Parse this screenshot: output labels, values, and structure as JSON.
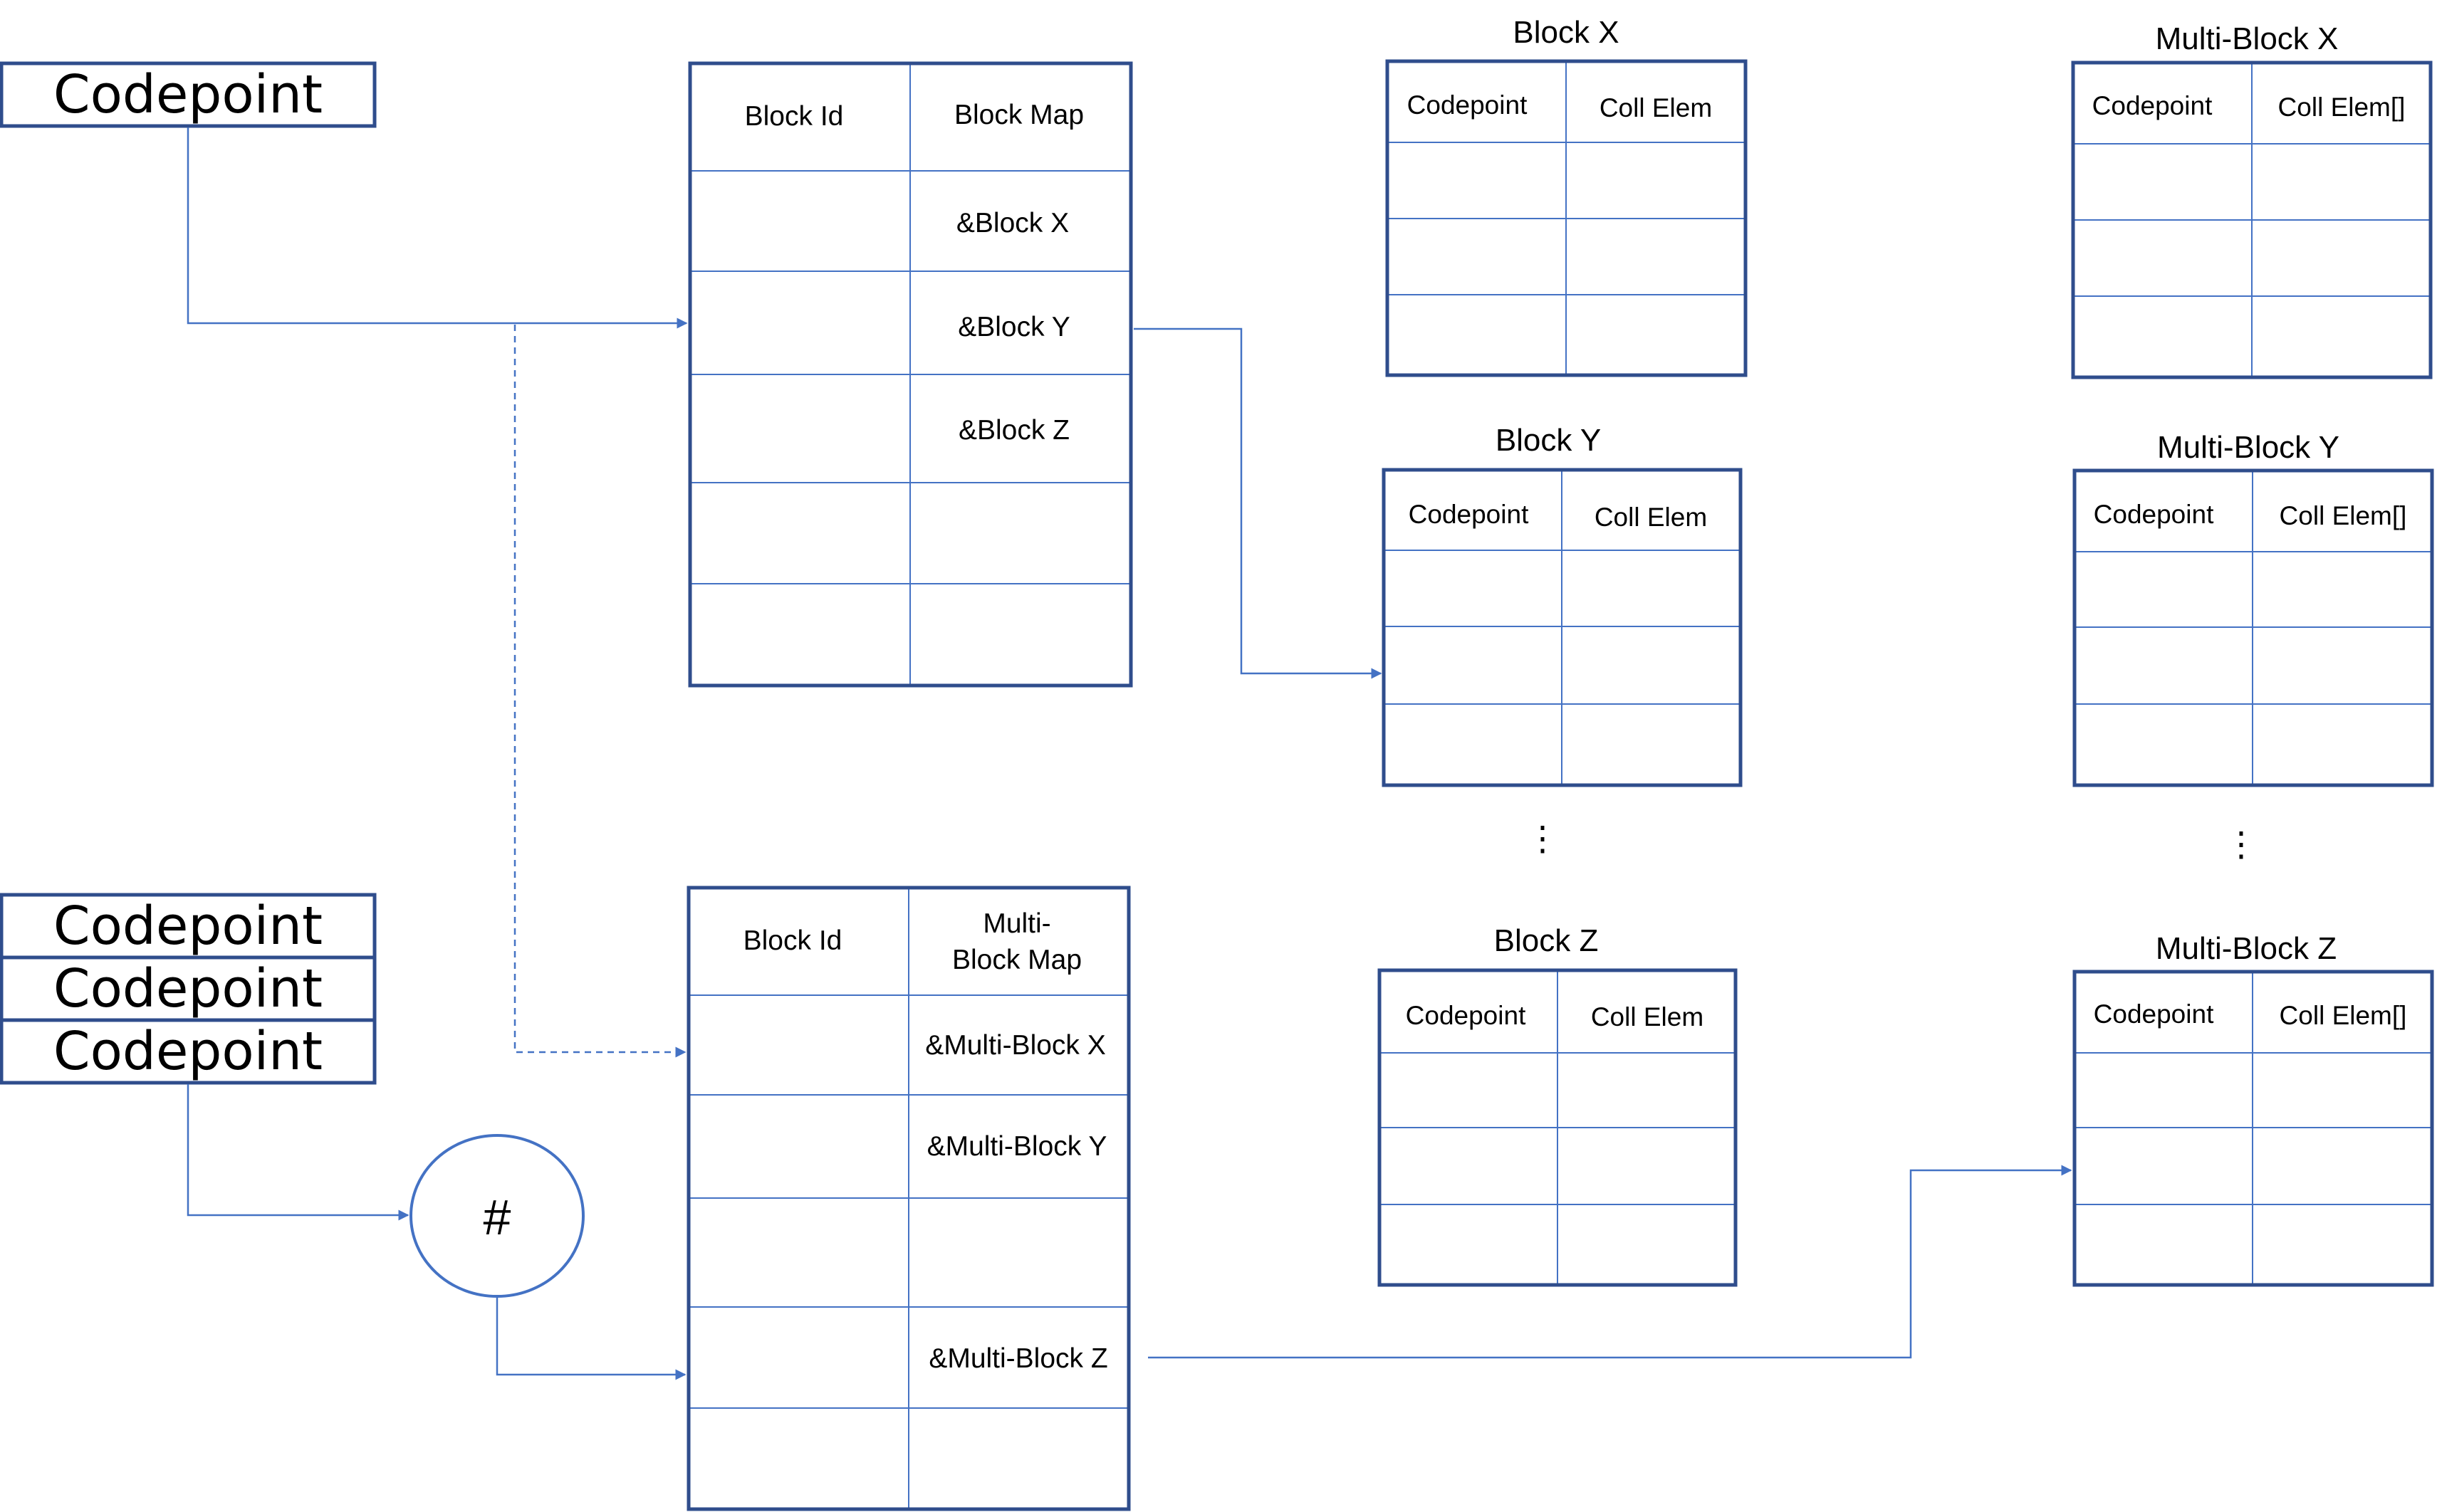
{
  "codepoint_single": {
    "label": "Codepoint"
  },
  "codepoint_stack": {
    "labels": [
      "Codepoint",
      "Codepoint",
      "Codepoint"
    ]
  },
  "hash_node": {
    "label": "#"
  },
  "block_map": {
    "headers": [
      "Block Id",
      "Block Map"
    ],
    "refs": [
      "",
      "&Block X",
      "&Block Y",
      "&Block Z",
      "",
      ""
    ]
  },
  "multi_block_map": {
    "headers": [
      "Block Id",
      "Multi-",
      "Block Map"
    ],
    "refs": [
      "",
      "&Multi-Block X",
      "&Multi-Block Y",
      "",
      "&Multi-Block Z",
      ""
    ]
  },
  "blocks": [
    {
      "title": "Block X",
      "col1": "Codepoint",
      "col2": "Coll Elem"
    },
    {
      "title": "Block Y",
      "col1": "Codepoint",
      "col2": "Coll Elem"
    },
    {
      "title": "Block Z",
      "col1": "Codepoint",
      "col2": "Coll Elem"
    }
  ],
  "multi_blocks": [
    {
      "title": "Multi-Block X",
      "col1": "Codepoint",
      "col2": "Coll Elem[]"
    },
    {
      "title": "Multi-Block Y",
      "col1": "Codepoint",
      "col2": "Coll Elem[]"
    },
    {
      "title": "Multi-Block Z",
      "col1": "Codepoint",
      "col2": "Coll Elem[]"
    }
  ],
  "ellipsis": "⋮",
  "colors": {
    "outer_border": "#2f4d8c",
    "grid_line": "#4472c4",
    "connector": "#4472c4"
  }
}
